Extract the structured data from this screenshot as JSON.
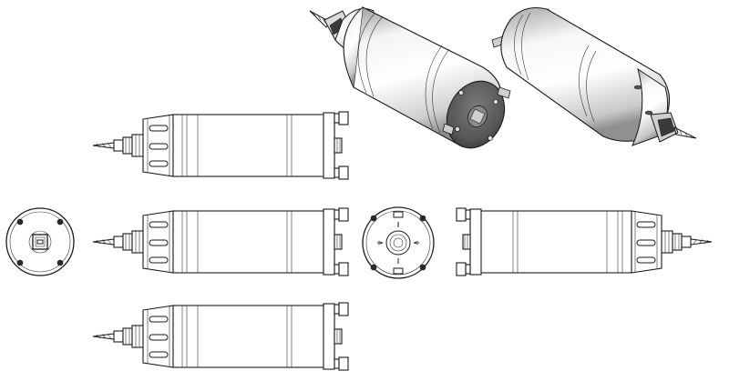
{
  "drawing": {
    "views": [
      "iso-view-front",
      "iso-view-back",
      "elevation-top",
      "end-view-left",
      "elevation-front",
      "end-view-right",
      "elevation-rear",
      "elevation-bottom"
    ],
    "colors": {
      "stroke": "#1a1a1a",
      "fill": "#ffffff",
      "shade": "#bdbdbd",
      "dark": "#2a2a2a"
    }
  }
}
